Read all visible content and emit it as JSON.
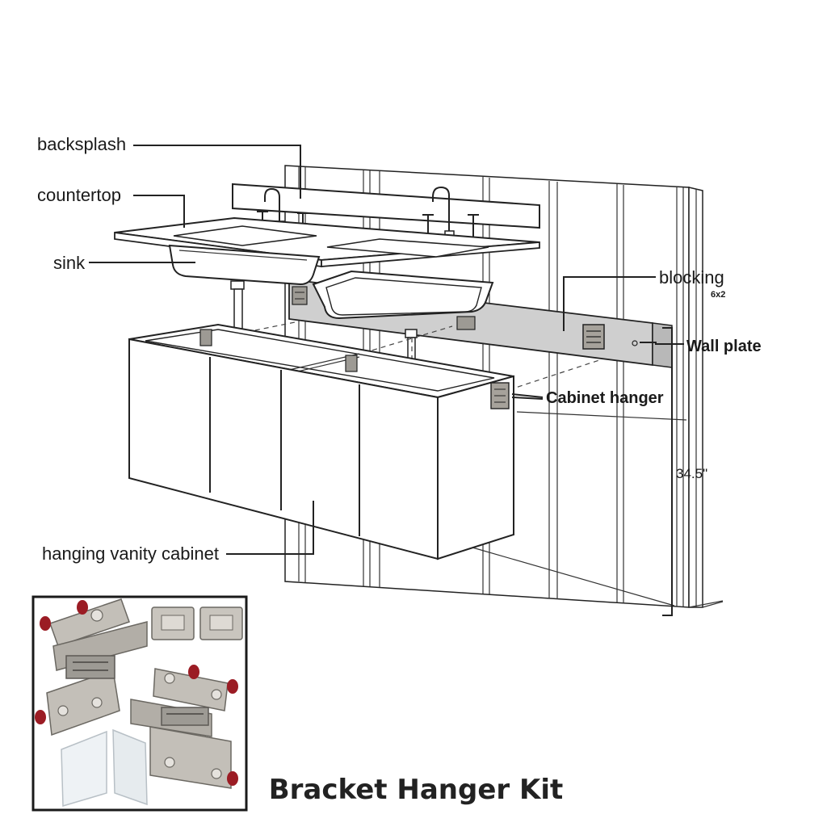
{
  "labels": {
    "backsplash": "backsplash",
    "countertop": "countertop",
    "sink": "sink",
    "blocking": "blocking",
    "blocking_size": "6x2",
    "wall_plate": "Wall plate",
    "cabinet_hanger": "Cabinet hanger",
    "height": "34.5\"",
    "vanity": "hanging vanity cabinet"
  },
  "kit": {
    "title": "Bracket Hanger Kit"
  },
  "colors": {
    "line": "#222222",
    "blocking": "#cfcfcf",
    "metal": "#b9b5ae",
    "bumper": "#9b1c24",
    "frame": "#1a1a1a"
  }
}
